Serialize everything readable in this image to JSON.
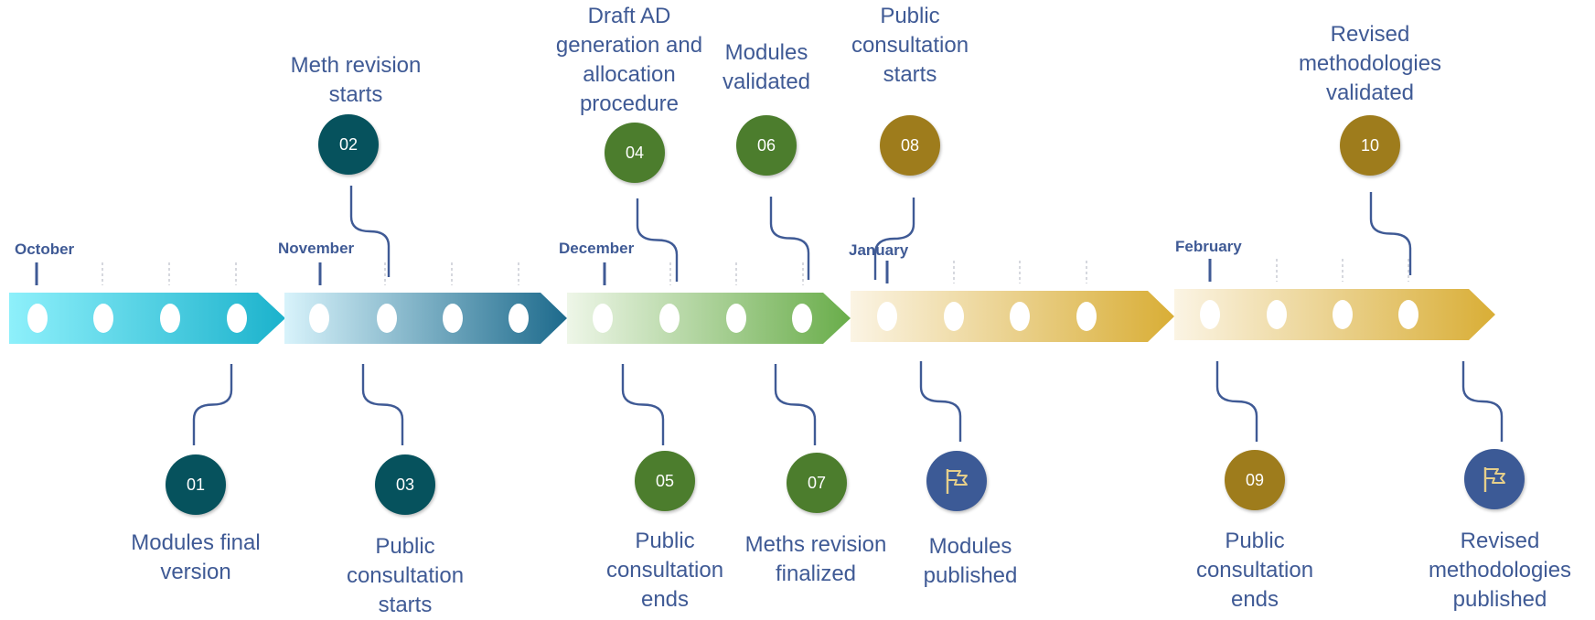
{
  "months": [
    "October",
    "November",
    "December",
    "January",
    "February"
  ],
  "milestones": [
    {
      "num": "01",
      "label": "Modules final\nversion",
      "color": "#06525d"
    },
    {
      "num": "02",
      "label": "Meth revision\nstarts",
      "color": "#06525d"
    },
    {
      "num": "03",
      "label": "Public\nconsultation\nstarts",
      "color": "#06525d"
    },
    {
      "num": "04",
      "label": "Draft AD\ngeneration and\nallocation\nprocedure",
      "color": "#4c7d2d"
    },
    {
      "num": "05",
      "label": "Public\nconsultation\nends",
      "color": "#4c7d2d"
    },
    {
      "num": "06",
      "label": "Modules\nvalidated",
      "color": "#4c7d2d"
    },
    {
      "num": "07",
      "label": "Meths revision\nfinalized",
      "color": "#4c7d2d"
    },
    {
      "num": "",
      "icon": "flag-icon",
      "label": "Modules\npublished",
      "color": "#3c5a96"
    },
    {
      "num": "08",
      "label": "Public\nconsultation\nstarts",
      "color": "#9e7c1c"
    },
    {
      "num": "09",
      "label": "Public\nconsultation\nends",
      "color": "#9e7c1c"
    },
    {
      "num": "10",
      "label": "Revised\nmethodologies\nvalidated",
      "color": "#9e7c1c"
    },
    {
      "num": "",
      "icon": "flag-icon",
      "label": "Revised\nmethodologies\npublished",
      "color": "#3c5a96"
    }
  ],
  "colors": {
    "text": "#3f5a95",
    "connector": "#3f5a95",
    "band_october": [
      "#8ef0fb",
      "#1bb2cc"
    ],
    "band_november": [
      "#d8f3fb",
      "#1d6a8c"
    ],
    "band_december": [
      "#eef6e8",
      "#69ad4a"
    ],
    "band_january": [
      "#fbf4e4",
      "#d9ae36"
    ],
    "band_february": [
      "#fbf4e4",
      "#d9ae36"
    ]
  }
}
